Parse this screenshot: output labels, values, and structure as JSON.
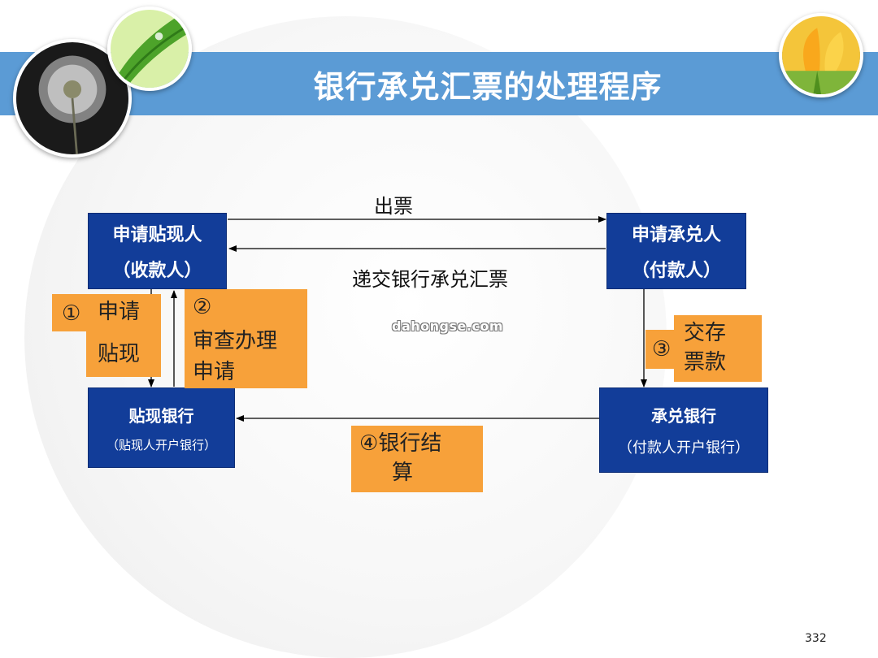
{
  "slide": {
    "title": "银行承兑汇票的处理程序",
    "page_number": "332",
    "watermark": "dahongse.com"
  },
  "nodes": {
    "applicant_discount": {
      "line1": "申请贴现人",
      "line2": "（收款人）"
    },
    "applicant_acceptance": {
      "line1": "申请承兑人",
      "line2": "（付款人）"
    },
    "discount_bank": {
      "line1": "贴现银行",
      "line2": "（贴现人开户银行）"
    },
    "acceptance_bank": {
      "line1": "承兑银行",
      "line2": "（付款人开户银行）"
    }
  },
  "edges": {
    "issue": "出票",
    "deliver": "递交银行承兑汇票"
  },
  "notes": {
    "step1": {
      "num": "①",
      "line1": "申请",
      "line2": "贴现"
    },
    "step2": {
      "num": "②",
      "line1": "审查办理",
      "line2": "申请"
    },
    "step3": {
      "num": "③",
      "line1": "交存",
      "line2": "票款"
    },
    "step4": {
      "num": "④",
      "line1": "银行结",
      "line2": "算"
    }
  },
  "colors": {
    "title_bar": "#5b9bd5",
    "node_fill": "#123d99",
    "note_fill": "#f7a13a"
  }
}
